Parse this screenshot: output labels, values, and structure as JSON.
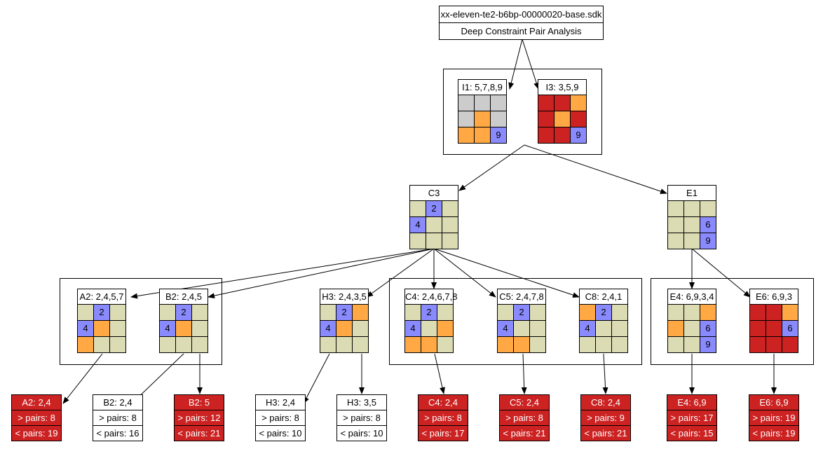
{
  "title": {
    "filename": "xx-eleven-te2-b6bp-00000020-base.sdk",
    "subtitle": "Deep Constraint Pair Analysis"
  },
  "colors": {
    "tan": "#dcdcb4",
    "blue": "#8a8aff",
    "orange": "#ffa844",
    "red": "#cc2222",
    "gray": "#cccccc"
  },
  "nodes": {
    "i1": {
      "label": "I1: 5,7,8,9",
      "cells": [
        "gray",
        "gray",
        "gray",
        "gray",
        "orange",
        "gray",
        "orange",
        "orange",
        "blue"
      ],
      "values": [
        "",
        "",
        "",
        "",
        "",
        "",
        "",
        "",
        "9"
      ]
    },
    "i3": {
      "label": "I3: 3,5,9",
      "cells": [
        "red",
        "red",
        "orange",
        "red",
        "orange",
        "red",
        "red",
        "red",
        "blue"
      ],
      "values": [
        "",
        "",
        "",
        "",
        "",
        "",
        "",
        "",
        "9"
      ]
    },
    "c3": {
      "label": "C3",
      "cells": [
        "tan",
        "blue",
        "tan",
        "blue",
        "tan",
        "tan",
        "tan",
        "tan",
        "tan"
      ],
      "values": [
        "",
        "2",
        "",
        "4",
        "",
        "",
        "",
        "",
        ""
      ]
    },
    "e1": {
      "label": "E1",
      "cells": [
        "tan",
        "tan",
        "tan",
        "tan",
        "tan",
        "blue",
        "tan",
        "tan",
        "blue"
      ],
      "values": [
        "",
        "",
        "",
        "",
        "",
        "6",
        "",
        "",
        "9"
      ]
    },
    "a2": {
      "label": "A2: 2,4,5,7",
      "cells": [
        "tan",
        "blue",
        "tan",
        "blue",
        "orange",
        "tan",
        "orange",
        "tan",
        "tan"
      ],
      "values": [
        "",
        "2",
        "",
        "4",
        "",
        "",
        "",
        "",
        ""
      ]
    },
    "b2": {
      "label": "B2: 2,4,5",
      "cells": [
        "tan",
        "blue",
        "tan",
        "blue",
        "orange",
        "tan",
        "tan",
        "tan",
        "tan"
      ],
      "values": [
        "",
        "2",
        "",
        "4",
        "",
        "",
        "",
        "",
        ""
      ]
    },
    "h3": {
      "label": "H3: 2,4,3,5",
      "cells": [
        "tan",
        "blue",
        "orange",
        "blue",
        "orange",
        "tan",
        "tan",
        "tan",
        "tan"
      ],
      "values": [
        "",
        "2",
        "",
        "4",
        "",
        "",
        "",
        "",
        ""
      ]
    },
    "c4": {
      "label": "C4: 2,4,6,7,8",
      "cells": [
        "tan",
        "blue",
        "tan",
        "blue",
        "tan",
        "orange",
        "orange",
        "orange",
        "tan"
      ],
      "values": [
        "",
        "2",
        "",
        "4",
        "",
        "",
        "",
        "",
        ""
      ]
    },
    "c5": {
      "label": "C5: 2,4,7,8",
      "cells": [
        "tan",
        "blue",
        "tan",
        "blue",
        "tan",
        "tan",
        "orange",
        "orange",
        "tan"
      ],
      "values": [
        "",
        "2",
        "",
        "4",
        "",
        "",
        "",
        "",
        ""
      ]
    },
    "c8": {
      "label": "C8: 2,4,1",
      "cells": [
        "orange",
        "blue",
        "tan",
        "blue",
        "tan",
        "tan",
        "tan",
        "tan",
        "tan"
      ],
      "values": [
        "",
        "2",
        "",
        "4",
        "",
        "",
        "",
        "",
        ""
      ]
    },
    "e4": {
      "label": "E4: 6,9,3,4",
      "cells": [
        "tan",
        "tan",
        "orange",
        "orange",
        "tan",
        "blue",
        "tan",
        "tan",
        "blue"
      ],
      "values": [
        "",
        "",
        "",
        "",
        "",
        "6",
        "",
        "",
        "9"
      ]
    },
    "e6": {
      "label": "E6: 6,9,3",
      "cells": [
        "red",
        "red",
        "orange",
        "red",
        "red",
        "blue",
        "red",
        "red",
        "red"
      ],
      "values": [
        "",
        "",
        "",
        "",
        "",
        "6",
        "",
        "",
        ""
      ]
    }
  },
  "leaves": [
    {
      "id": "a2",
      "title": "A2: 2,4",
      "gt": "> pairs: 8",
      "lt": "< pairs: 19",
      "style": "red"
    },
    {
      "id": "b2a",
      "title": "B2: 2,4",
      "gt": "> pairs: 8",
      "lt": "< pairs: 16",
      "style": "white"
    },
    {
      "id": "b2b",
      "title": "B2: 5",
      "gt": "> pairs: 12",
      "lt": "< pairs: 21",
      "style": "red"
    },
    {
      "id": "h3a",
      "title": "H3: 2,4",
      "gt": "> pairs: 8",
      "lt": "< pairs: 10",
      "style": "white"
    },
    {
      "id": "h3b",
      "title": "H3: 3,5",
      "gt": "> pairs: 8",
      "lt": "< pairs: 10",
      "style": "white"
    },
    {
      "id": "c4",
      "title": "C4: 2,4",
      "gt": "> pairs: 8",
      "lt": "< pairs: 17",
      "style": "red"
    },
    {
      "id": "c5",
      "title": "C5: 2,4",
      "gt": "> pairs: 8",
      "lt": "< pairs: 21",
      "style": "red"
    },
    {
      "id": "c8",
      "title": "C8: 2,4",
      "gt": "> pairs: 9",
      "lt": "< pairs: 21",
      "style": "red"
    },
    {
      "id": "e4",
      "title": "E4: 6,9",
      "gt": "> pairs: 17",
      "lt": "< pairs: 15",
      "style": "red"
    },
    {
      "id": "e6",
      "title": "E6: 6,9",
      "gt": "> pairs: 19",
      "lt": "< pairs: 19",
      "style": "red"
    }
  ]
}
